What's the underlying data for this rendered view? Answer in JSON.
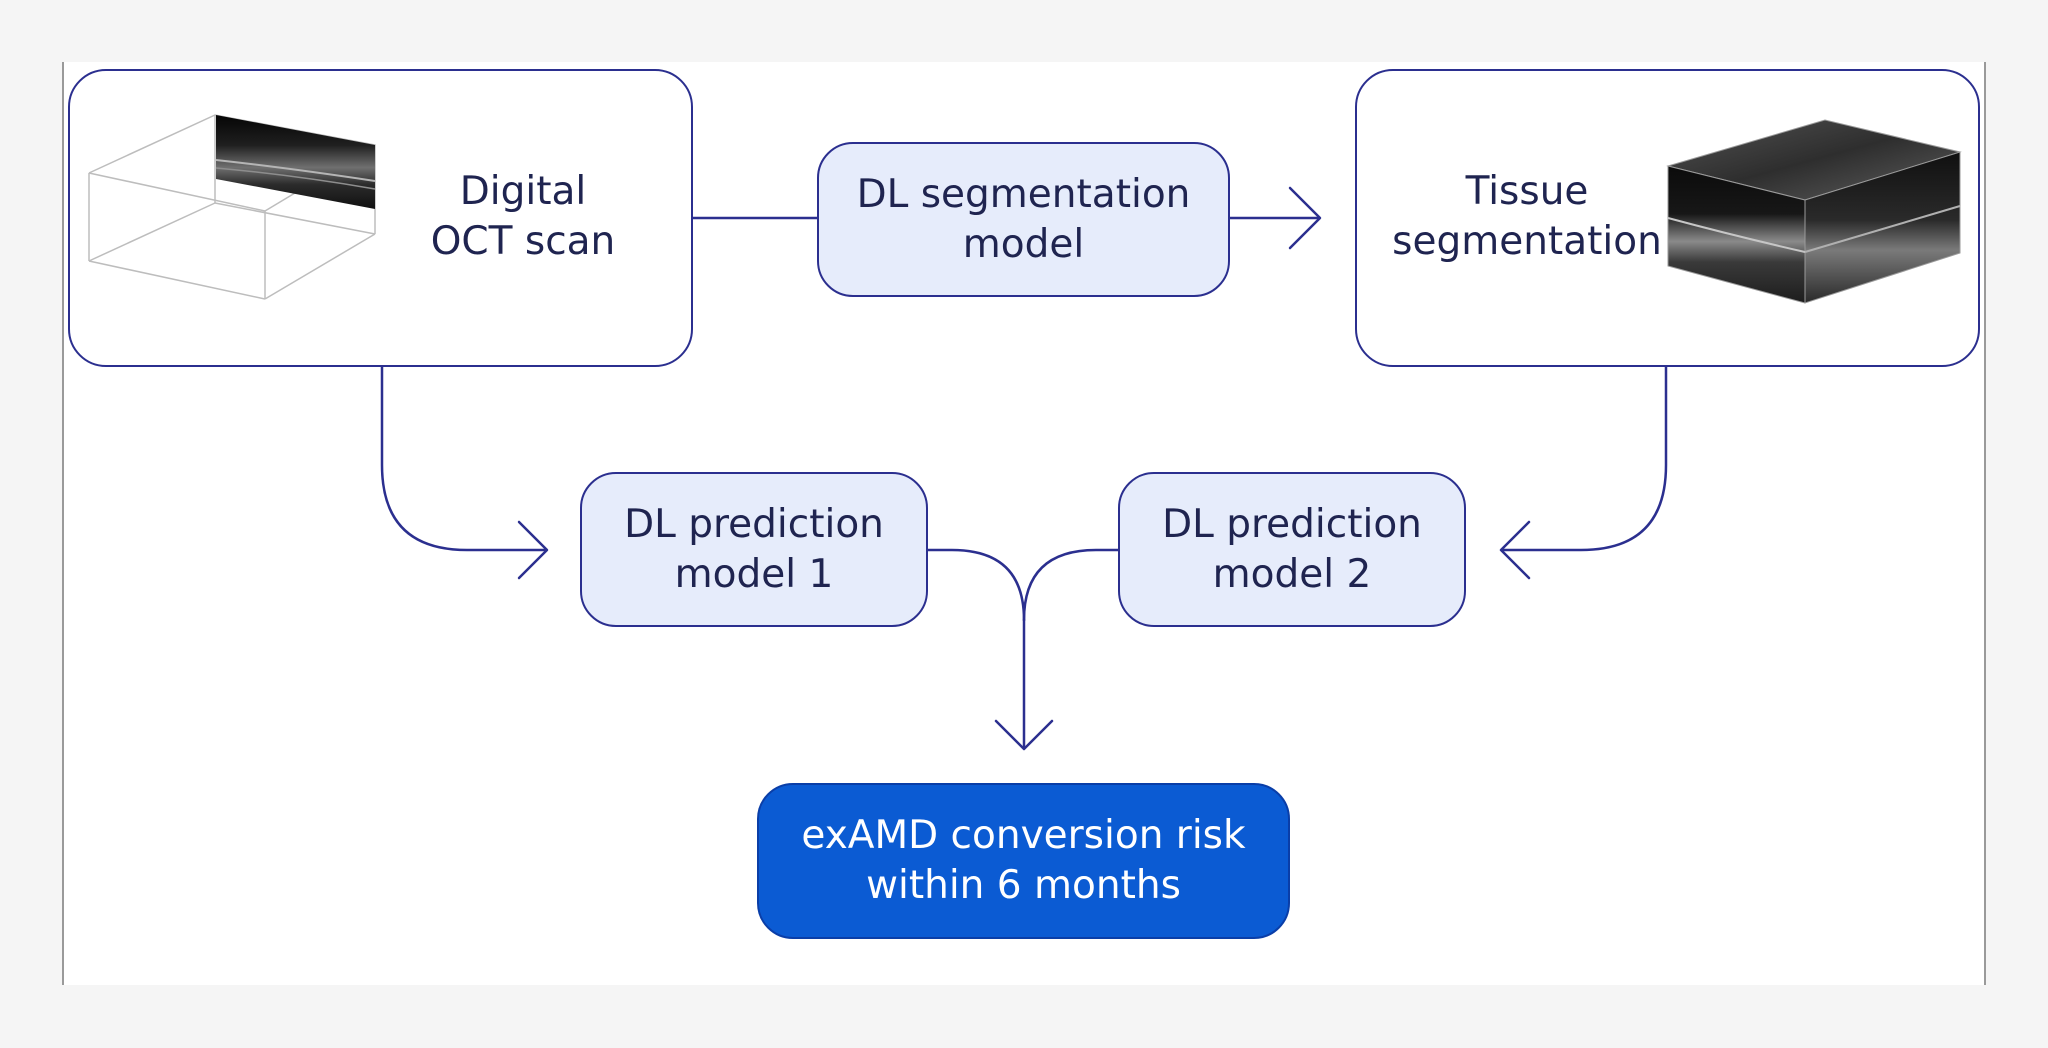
{
  "steps": {
    "oct_scan": [
      "Digital",
      "OCT scan"
    ],
    "segmentation_model": [
      "DL segmentation",
      "model"
    ],
    "tissue_segmentation": [
      "Tissue",
      "segmentation"
    ],
    "prediction_model_1": [
      "DL prediction",
      "model 1"
    ],
    "prediction_model_2": [
      "DL prediction",
      "model 2"
    ],
    "result": [
      "exAMD conversion risk",
      "within 6 months"
    ]
  },
  "colors": {
    "stroke": "#2b2f8f",
    "model_fill": "#e6ecfb",
    "result_fill": "#0b5bd3",
    "text": "#1f2450"
  },
  "icons": {
    "oct_scan_illustration": "oct-scan-wireframe-cube",
    "tissue_segmentation_illustration": "segmentation-volume-block"
  }
}
